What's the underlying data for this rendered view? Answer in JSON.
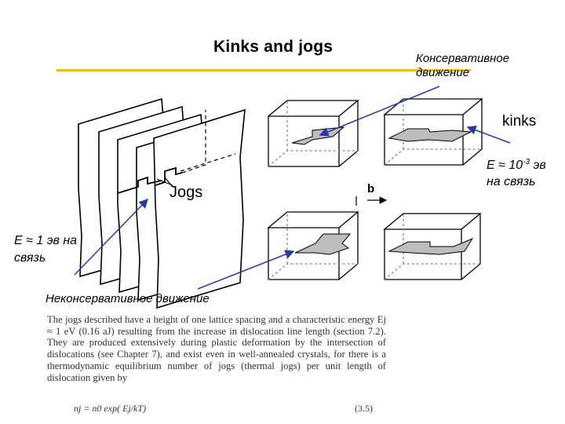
{
  "title": "Kinks and jogs",
  "conservative_label": "Консервативное движение",
  "kinks_label": "kinks",
  "energy_kinks": {
    "prefix": "E ≈ 10",
    "exponent": "-3",
    "suffix": "эв на связь"
  },
  "energy_jogs": "E ≈ 1 эв на связь",
  "nonconservative_label": "Неконсервативное движение",
  "jogs_label": "Jogs",
  "burgers_label": "b",
  "book_text": "The jogs described have a height of one lattice spacing and a characteristic energy Ej ≈ 1 eV (0.16 aJ) resulting from the increase in dislocation line length (section 7.2). They are produced extensively during plastic deformation by the intersection of dislocations (see Chapter 7), and exist even in well-annealed crystals, for there is a thermodynamic equilibrium number of jogs (thermal jogs) per unit length of dislocation given by",
  "formula": "nj = n0 exp(   Ej/kT)",
  "equation_number": "(3.5)",
  "colors": {
    "rule": "#e8c020",
    "arrow": "#2a3aa0",
    "plane_fill": "#bdbdbd"
  }
}
